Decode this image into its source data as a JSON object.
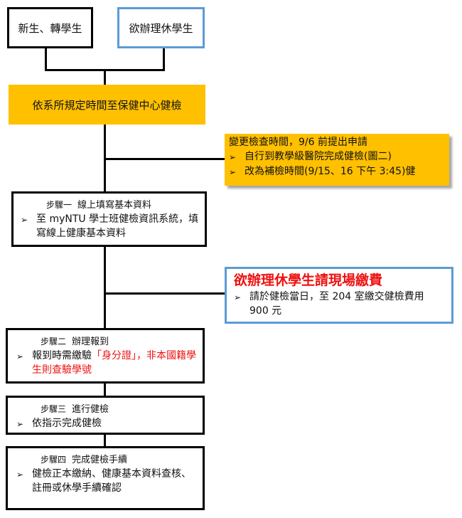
{
  "top_left": "新生、轉學生",
  "top_right": "欲辦理休學生",
  "banner": "依系所規定時間至保健中心健檢",
  "change": {
    "title": "變更檢查時間，9/6 前提出申請",
    "items": [
      "自行到教學級醫院完成健檢(圖二)",
      "改為補檢時間(9/15、16 下午 3:45)健"
    ]
  },
  "step1": {
    "label": "步驟一",
    "title": "線上填寫基本資料",
    "items": [
      "至 myNTU 學士班健檢資訊系統，填寫線上健康基本資料"
    ]
  },
  "leave": {
    "title": "欲辦理休學生請現場繳費",
    "items": [
      "請於健檢當日，至 204 室繳交健檢費用 900 元"
    ]
  },
  "step2": {
    "label": "步驟二",
    "title": "辦理報到",
    "item_black": "報到時需繳驗",
    "item_red": "「身分證」，非本國籍學生則查驗學號"
  },
  "step3": {
    "label": "步驟三",
    "title": "進行健檢",
    "items": [
      "依指示完成健檢"
    ]
  },
  "step4": {
    "label": "步驟四",
    "title": "完成健檢手續",
    "items": [
      "健檢正本繳納、健康基本資料查核、註冊或休學手續確認"
    ]
  },
  "bullet_glyph": "➢",
  "colors": {
    "gold": "#ffc000",
    "blue": "#5b9bd5",
    "red": "#ee1111"
  }
}
